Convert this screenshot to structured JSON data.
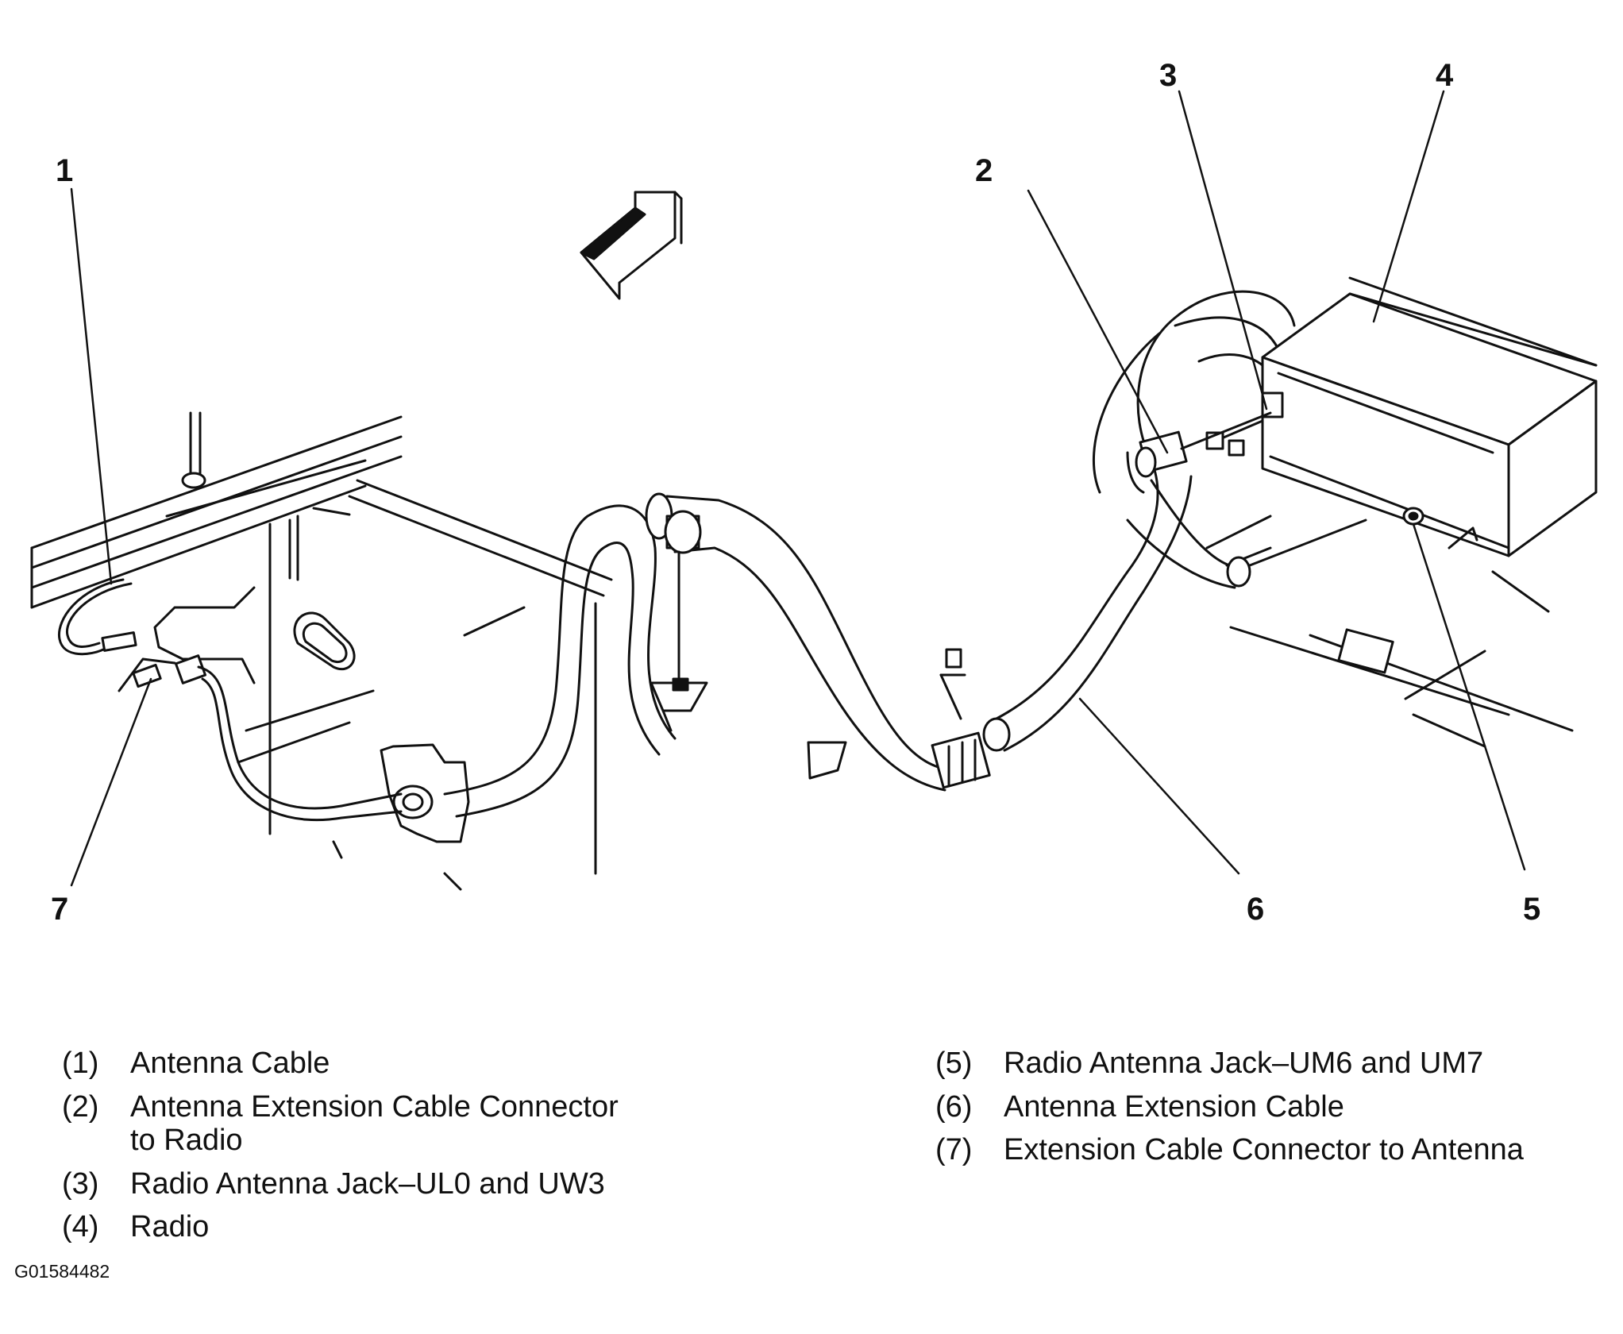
{
  "callouts": {
    "c1": "1",
    "c2": "2",
    "c3": "3",
    "c4": "4",
    "c5": "5",
    "c6": "6",
    "c7": "7"
  },
  "legend": {
    "left": [
      {
        "num": "(1)",
        "text": "Antenna Cable"
      },
      {
        "num": "(2)",
        "text": "Antenna Extension Cable Connector\nto Radio"
      },
      {
        "num": "(3)",
        "text": "Radio Antenna Jack–UL0 and UW3"
      },
      {
        "num": "(4)",
        "text": "Radio"
      }
    ],
    "right": [
      {
        "num": "(5)",
        "text": "Radio Antenna Jack–UM6 and UM7"
      },
      {
        "num": "(6)",
        "text": "Antenna Extension Cable"
      },
      {
        "num": "(7)",
        "text": "Extension Cable Connector to Antenna"
      }
    ]
  },
  "figure_id": "G01584482"
}
